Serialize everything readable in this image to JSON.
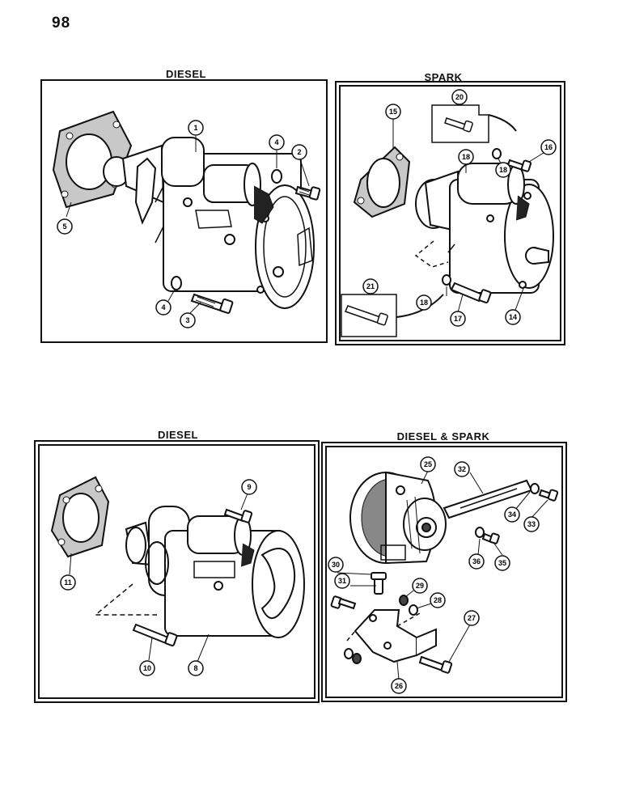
{
  "page_number": "98",
  "panels": [
    {
      "title": "DIESEL",
      "callouts": [
        "1",
        "2",
        "3",
        "4",
        "4",
        "5"
      ]
    },
    {
      "title": "SPARK",
      "callouts": [
        "14",
        "15",
        "16",
        "17",
        "18",
        "18",
        "18",
        "20",
        "21"
      ]
    },
    {
      "title": "DIESEL",
      "callouts": [
        "8",
        "9",
        "10",
        "11"
      ]
    },
    {
      "title": "DIESEL & SPARK",
      "callouts": [
        "25",
        "26",
        "27",
        "28",
        "29",
        "30",
        "31",
        "32",
        "33",
        "34",
        "35",
        "36"
      ]
    }
  ],
  "colors": {
    "ink": "#111111",
    "gasket_fill": "#c8c8c8",
    "paper": "#ffffff"
  }
}
